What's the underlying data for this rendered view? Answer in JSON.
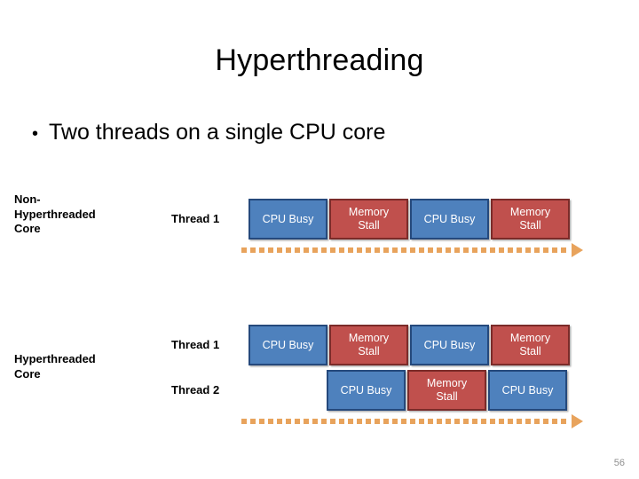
{
  "slide": {
    "title": "Hyperthreading",
    "bullet_marker": "•",
    "bullet_text": "Two threads on a single CPU core",
    "page_number": "56"
  },
  "colors": {
    "cpu_busy_fill": "#4E81BD",
    "cpu_busy_border": "#25497C",
    "memory_stall_fill": "#C0504D",
    "memory_stall_border": "#7B2B29",
    "time_arrow": "#E8A35C",
    "page_number": "#8F8F8F",
    "text": "#000000",
    "background": "#FFFFFF"
  },
  "diagram": {
    "groups": [
      {
        "label": "Non-\nHyperthreaded\nCore",
        "rows": [
          {
            "thread_label": "Thread 1",
            "blocks": [
              {
                "label": "CPU Busy",
                "kind": "cpu"
              },
              {
                "label": "Memory\nStall",
                "kind": "mem"
              },
              {
                "label": "CPU Busy",
                "kind": "cpu"
              },
              {
                "label": "Memory\nStall",
                "kind": "mem"
              }
            ]
          }
        ],
        "time_arrow_label": ""
      },
      {
        "label": "Hyperthreaded\nCore",
        "rows": [
          {
            "thread_label": "Thread 1",
            "blocks": [
              {
                "label": "CPU Busy",
                "kind": "cpu"
              },
              {
                "label": "Memory\nStall",
                "kind": "mem"
              },
              {
                "label": "CPU Busy",
                "kind": "cpu"
              },
              {
                "label": "Memory\nStall",
                "kind": "mem"
              }
            ]
          },
          {
            "thread_label": "Thread 2",
            "blocks": [
              {
                "label": "CPU Busy",
                "kind": "cpu"
              },
              {
                "label": "Memory\nStall",
                "kind": "mem"
              },
              {
                "label": "CPU Busy",
                "kind": "cpu"
              }
            ]
          }
        ],
        "time_arrow_label": ""
      }
    ]
  }
}
